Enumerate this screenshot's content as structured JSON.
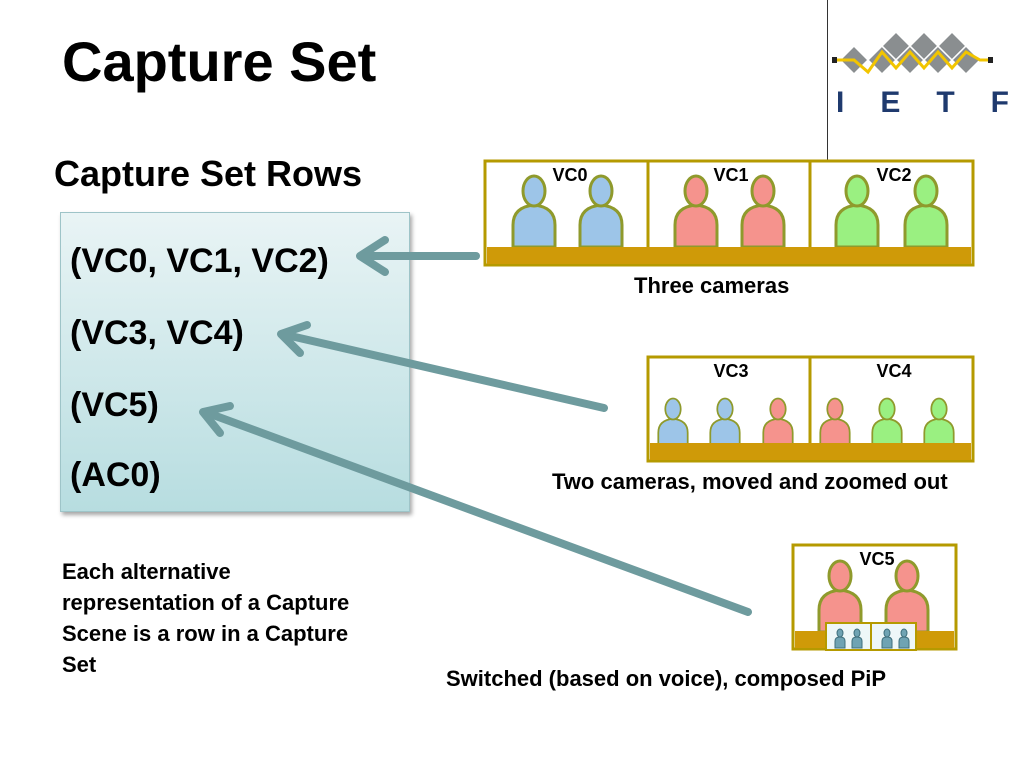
{
  "slide": {
    "title": "Capture Set",
    "subtitle": "Capture Set Rows",
    "rows": [
      "(VC0, VC1, VC2)",
      "(VC3, VC4)",
      "(VC5)",
      "(AC0)"
    ],
    "note": "Each alternative representation of a Capture Scene is a row in a Capture Set"
  },
  "logo": {
    "letters": "IETF",
    "colors": {
      "diamond": "#8a8e90",
      "zigzag": "#f2c500",
      "letters": "#1f3a6e"
    }
  },
  "captures": {
    "labels": [
      "VC0",
      "VC1",
      "VC2",
      "VC3",
      "VC4",
      "VC5"
    ],
    "captions": {
      "three": "Three cameras",
      "two": "Two cameras, moved and zoomed out",
      "switched": "Switched (based on voice),  composed PiP"
    }
  },
  "colors": {
    "frame": "#b59a00",
    "table": "#cf9a08",
    "arrow": "#6e9b9e",
    "blue_person": "#9dc5e8",
    "red_person": "#f5938d",
    "green_person": "#9af081",
    "person_outline": "#8f9a2c"
  }
}
